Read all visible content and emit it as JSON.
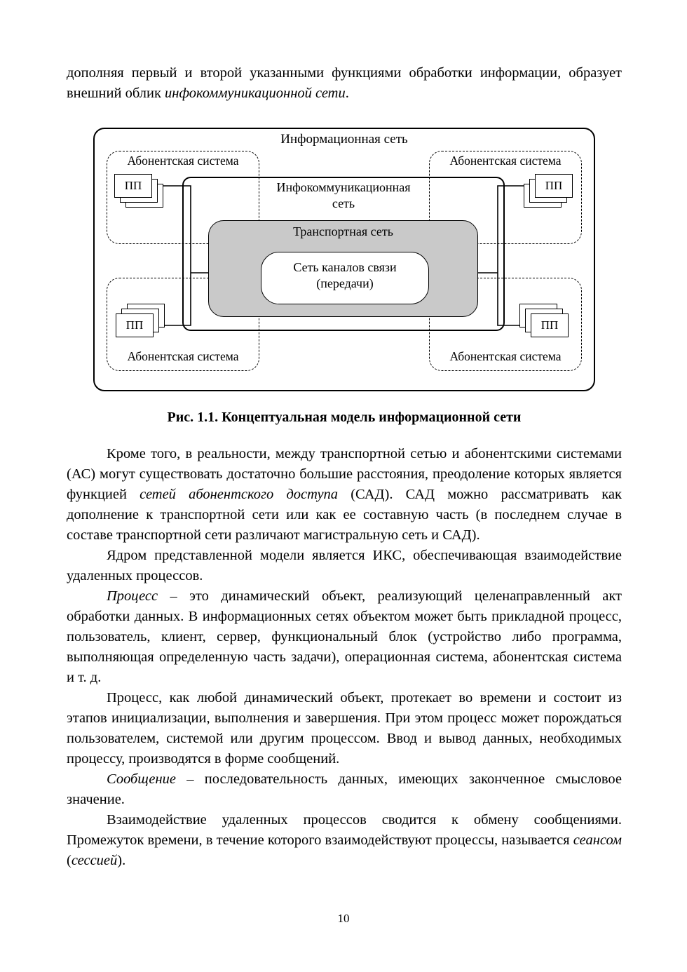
{
  "page": {
    "number": "10"
  },
  "colors": {
    "transport_fill": "#c9c9c9",
    "ink": "#000000",
    "paper": "#ffffff"
  },
  "text": {
    "intro": {
      "a": "дополняя первый и второй указанными функциями обработки информации, образует внешний облик ",
      "b": "инфокоммуникационной сети",
      "c": "."
    },
    "p2": {
      "a": "Кроме того, в реальности, между транспортной сетью и абонентскими системами (АС) могут существовать достаточно большие расстояния, преодоление которых является функцией ",
      "b": "сетей абонентского доступа",
      "c": " (САД). САД можно рассматривать как дополнение к транспортной сети или как ее составную часть (в последнем случае в составе транспортной сети различают магистральную сеть и САД)."
    },
    "p3": {
      "a": "Ядром представленной модели является ИКС, обеспечивающая взаимодействие удаленных процессов."
    },
    "p4": {
      "a": "Процесс",
      "b": " – это динамический объект, реализующий целенаправленный акт обработки данных. В информационных сетях объектом может быть прикладной процесс, пользователь, клиент, сервер, функциональный блок (устройство либо программа, выполняющая определенную часть задачи), операционная система, абонентская система и т. д."
    },
    "p5": {
      "a": "Процесс, как любой динамический объект, протекает во времени и состоит из этапов инициализации, выполнения и завершения. При этом процесс может порождаться пользователем, системой или другим процессом. Ввод и вывод данных, необходимых процессу, производятся в форме сообщений."
    },
    "p6": {
      "a": "Сообщение",
      "b": " – последовательность данных, имеющих законченное смысловое значение."
    },
    "p7": {
      "a": "Взаимодействие удаленных процессов сводится к обмену сообщениями. Промежуток времени, в течение которого взаимодействуют процессы, называется ",
      "b": "сеансом",
      "c": " (",
      "d": "сессией",
      "e": ")."
    }
  },
  "figure": {
    "caption": "Рис. 1.1. Концептуальная модель информационной сети",
    "labels": {
      "information_network": "Информационная сеть",
      "subscriber_system_tl": "Абонентская система",
      "subscriber_system_tr": "Абонентская система",
      "subscriber_system_bl": "Абонентская система",
      "subscriber_system_br": "Абонентская система",
      "infocomm_line1": "Инфокоммуникационная",
      "infocomm_line2": "сеть",
      "transport_network": "Транспортная сеть",
      "channels_line1": "Сеть каналов связи",
      "channels_line2": "(передачи)",
      "pp_tl": "ПП",
      "pp_tr": "ПП",
      "pp_bl": "ПП",
      "pp_br": "ПП"
    }
  }
}
